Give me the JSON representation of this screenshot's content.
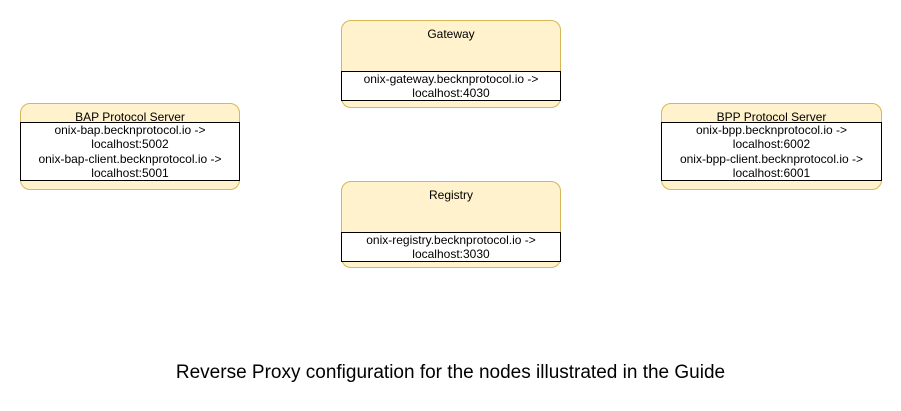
{
  "colors": {
    "node_fill": "#FFF2CC",
    "node_border": "#D6B656",
    "mapping_fill": "#FFFFFF",
    "mapping_border": "#000000",
    "text": "#000000",
    "canvas_bg": "#FFFFFF"
  },
  "caption": "Reverse Proxy configuration for the nodes illustrated in the Guide",
  "nodes": [
    {
      "title": "Gateway",
      "mappings": [
        {
          "from": "onix-gateway.becknprotocol.io ->",
          "to": "localhost:4030"
        }
      ]
    },
    {
      "title": "BAP Protocol Server",
      "mappings": [
        {
          "from": "onix-bap.becknprotocol.io ->",
          "to": "localhost:5002"
        },
        {
          "from": "onix-bap-client.becknprotocol.io ->",
          "to": "localhost:5001"
        }
      ]
    },
    {
      "title": "BPP Protocol Server",
      "mappings": [
        {
          "from": "onix-bpp.becknprotocol.io ->",
          "to": "localhost:6002"
        },
        {
          "from": "onix-bpp-client.becknprotocol.io ->",
          "to": "localhost:6001"
        }
      ]
    },
    {
      "title": "Registry",
      "mappings": [
        {
          "from": "onix-registry.becknprotocol.io ->",
          "to": "localhost:3030"
        }
      ]
    }
  ]
}
